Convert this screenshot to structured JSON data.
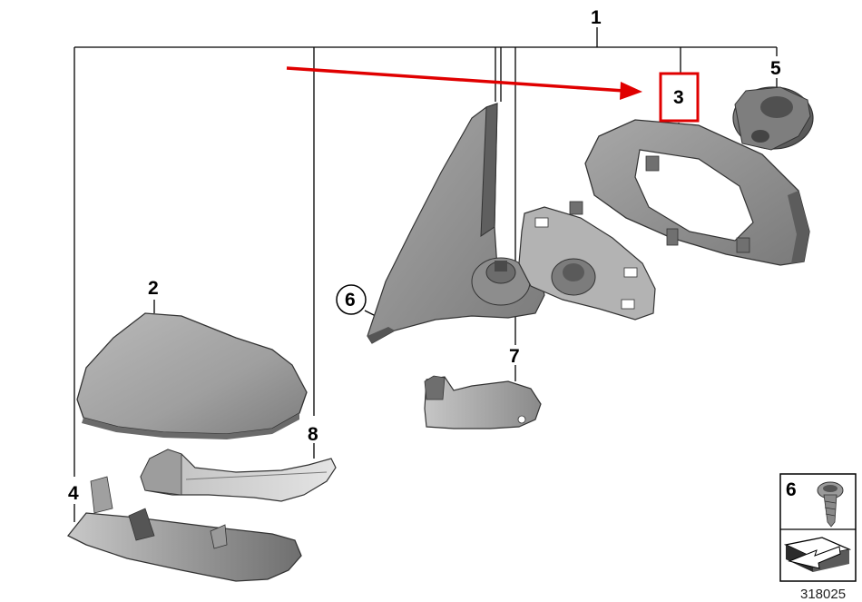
{
  "callouts": {
    "n1": "1",
    "n2": "2",
    "n3": "3",
    "n4": "4",
    "n5": "5",
    "n6": "6",
    "n7": "7",
    "n8": "8"
  },
  "inset": {
    "label": "6"
  },
  "figure_number": "318025",
  "colors": {
    "highlight": "#e00000",
    "part_fill": "#9c9c9c",
    "line": "#000000"
  }
}
